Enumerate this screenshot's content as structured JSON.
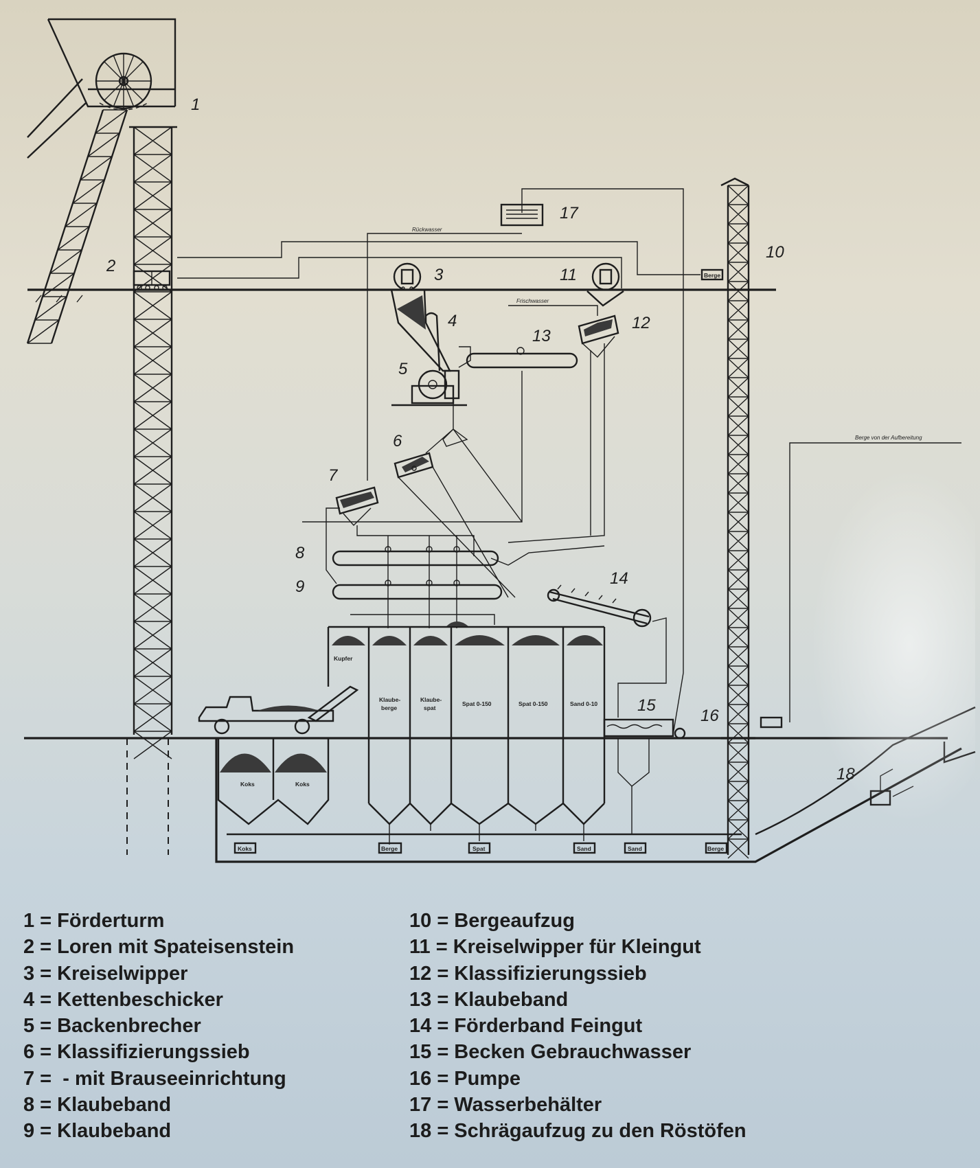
{
  "diagram": {
    "labels": [
      "1",
      "2",
      "3",
      "4",
      "5",
      "6",
      "7",
      "8",
      "9",
      "10",
      "11",
      "12",
      "13",
      "14",
      "15",
      "16",
      "17",
      "18"
    ],
    "annotations": {
      "rueckwasser": "Rückwasser",
      "frischwasser": "Frischwasser",
      "berge_aufbereitung": "Berge von der Aufbereitung"
    },
    "bins": {
      "kupfer": "Kupfer",
      "klaube_berge_1": "Klaube-",
      "klaube_berge_2": "berge",
      "klaube_spat_1": "Klaube-",
      "klaube_spat_2": "spat",
      "spat_1": "Spat 0-150",
      "spat_2": "Spat 0-150",
      "sand": "Sand 0-10",
      "koks_1": "Koks",
      "koks_2": "Koks"
    },
    "carts": {
      "koks": "Koks",
      "berge": "Berge",
      "spat": "Spat",
      "sand": "Sand",
      "sand2": "Sand",
      "berge2": "Berge",
      "berge_top": "Berge"
    }
  },
  "legend": {
    "left": [
      "1 = Förderturm",
      "2 = Loren mit Spateisenstein",
      "3 = Kreiselwipper",
      "4 = Kettenbeschicker",
      "5 = Backenbrecher",
      "6 = Klassifizierungssieb",
      "7 =  - mit Brauseeinrichtung",
      "8 = Klaubeband",
      "9 = Klaubeband"
    ],
    "right": [
      "10 = Bergeaufzug",
      "11 = Kreiselwipper für Kleingut",
      "12 = Klassifizierungssieb",
      "13 = Klaubeband",
      "14 = Förderband Feingut",
      "15 = Becken Gebrauchwasser",
      "16 = Pumpe",
      "17 = Wasserbehälter",
      "18 = Schrägaufzug zu den Röstöfen"
    ]
  }
}
